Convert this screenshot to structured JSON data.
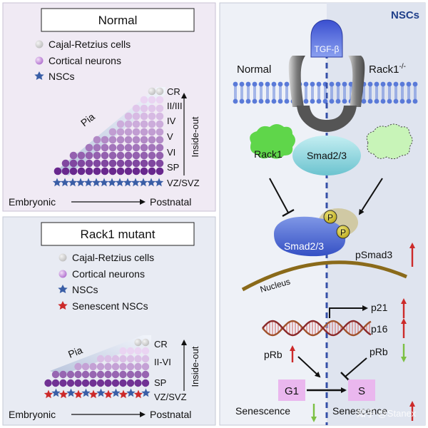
{
  "normal_panel": {
    "title": "Normal",
    "legend": [
      {
        "label": "Cajal-Retzius cells",
        "icon": "grey-circle-icon"
      },
      {
        "label": "Cortical neurons",
        "icon": "purple-circle-icon"
      },
      {
        "label": "NSCs",
        "icon": "blue-star-icon"
      }
    ],
    "pia_label": "Pia",
    "layers": [
      "CR",
      "II/III",
      "IV",
      "V",
      "VI",
      "SP",
      "VZ/SVZ"
    ],
    "inside_out_label": "Inside-out",
    "time_start": "Embryonic",
    "time_end": "Postnatal"
  },
  "mutant_panel": {
    "title": "Rack1 mutant",
    "legend": [
      {
        "label": "Cajal-Retzius cells",
        "icon": "grey-circle-icon"
      },
      {
        "label": "Cortical neurons",
        "icon": "purple-circle-icon"
      },
      {
        "label": "NSCs",
        "icon": "blue-star-icon"
      },
      {
        "label": "Senescent NSCs",
        "icon": "red-star-icon"
      }
    ],
    "pia_label": "Pia",
    "layers": [
      "CR",
      "II-VI",
      "SP",
      "VZ/SVZ"
    ],
    "inside_out_label": "Inside-out",
    "time_start": "Embryonic",
    "time_end": "Postnatal"
  },
  "pathway_panel": {
    "title": "NSCs",
    "normal_label": "Normal",
    "mutant_label": "Rack1",
    "mutant_sup": "-/-",
    "ligand": "TGF-β",
    "rack1": "Rack1",
    "smad_receptor": "Smad2/3",
    "smad_p": "Smad2/3",
    "phospho": "P",
    "psmad3": "pSmad3",
    "nucleus": "Nucleus",
    "p21": "p21",
    "p16": "p16",
    "prb_right": "pRb",
    "prb_left": "pRb",
    "g1": "G1",
    "s": "S",
    "senescence_left": "Senescence",
    "senescence_right": "Senescence",
    "watermark": "知乎 @Stanex"
  },
  "colors": {
    "panel_bg": "#f0eaf4",
    "right_bg": "#e7ebf4",
    "right_bg_dark": "#dde3ef",
    "nsc_blue": "#3a5ea6",
    "senescent_red": "#cc2a2a",
    "neuron_purple": "#7a2ea0",
    "cr_grey": "#cfcfcf",
    "up_arrow": "#cc2a2a",
    "down_arrow": "#7cc043",
    "rack1_green": "#5fd64a",
    "smad_teal": "#8fd8e0",
    "smad_blue": "#4a66cf",
    "phospho_yellow": "#d8c62a",
    "cell_cycle_box": "#eab7ee"
  }
}
